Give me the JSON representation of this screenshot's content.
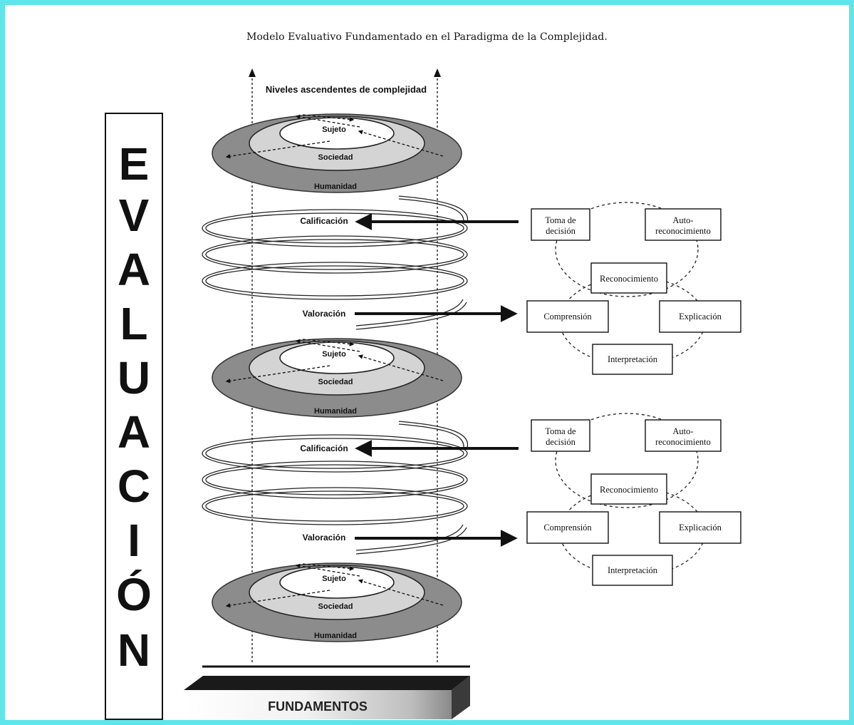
{
  "title": "Modelo Evaluativo Fundamentado en el Paradigma de la Complejidad.",
  "axis_label": "Niveles ascendentes de complejidad",
  "side_word": [
    "E",
    "V",
    "A",
    "L",
    "U",
    "A",
    "C",
    "I",
    "Ó",
    "N"
  ],
  "ring_labels": {
    "inner": "Sujeto",
    "middle": "Sociedad",
    "outer": "Humanidad"
  },
  "calificacion_label": "Calificación",
  "valoracion_label": "Valoración",
  "box_labels": {
    "toma": [
      "Toma de",
      "decisión"
    ],
    "auto": [
      "Auto-",
      "reconocimiento"
    ],
    "reconocimiento": "Reconocimiento",
    "comprension": "Comprensión",
    "explicacion": "Explicación",
    "interpretacion": "Interpretación"
  },
  "base_label": "FUNDAMENTOS",
  "colors": {
    "frame": "#5fe6ea",
    "outer_ring": "#8c8c8c",
    "middle_ring": "#d4d4d4",
    "inner_ring": "#ffffff"
  }
}
